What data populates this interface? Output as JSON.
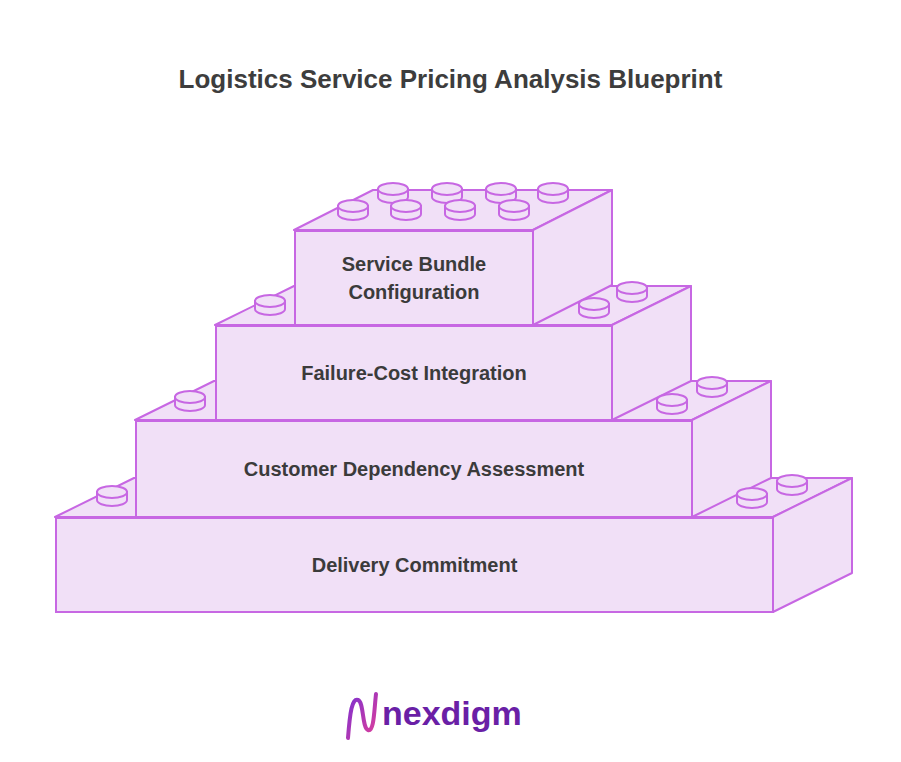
{
  "diagram": {
    "title": "Logistics Service Pricing Analysis Blueprint",
    "nodes": [
      {
        "text": [
          "Service Bundle Configuration"
        ]
      },
      {
        "text": [
          "Failure-Cost Integration"
        ]
      },
      {
        "text": [
          "Customer Dependency Assessment"
        ]
      },
      {
        "text": [
          "Delivery Commitment"
        ]
      }
    ],
    "labels": [
      "nexdigm"
    ]
  }
}
